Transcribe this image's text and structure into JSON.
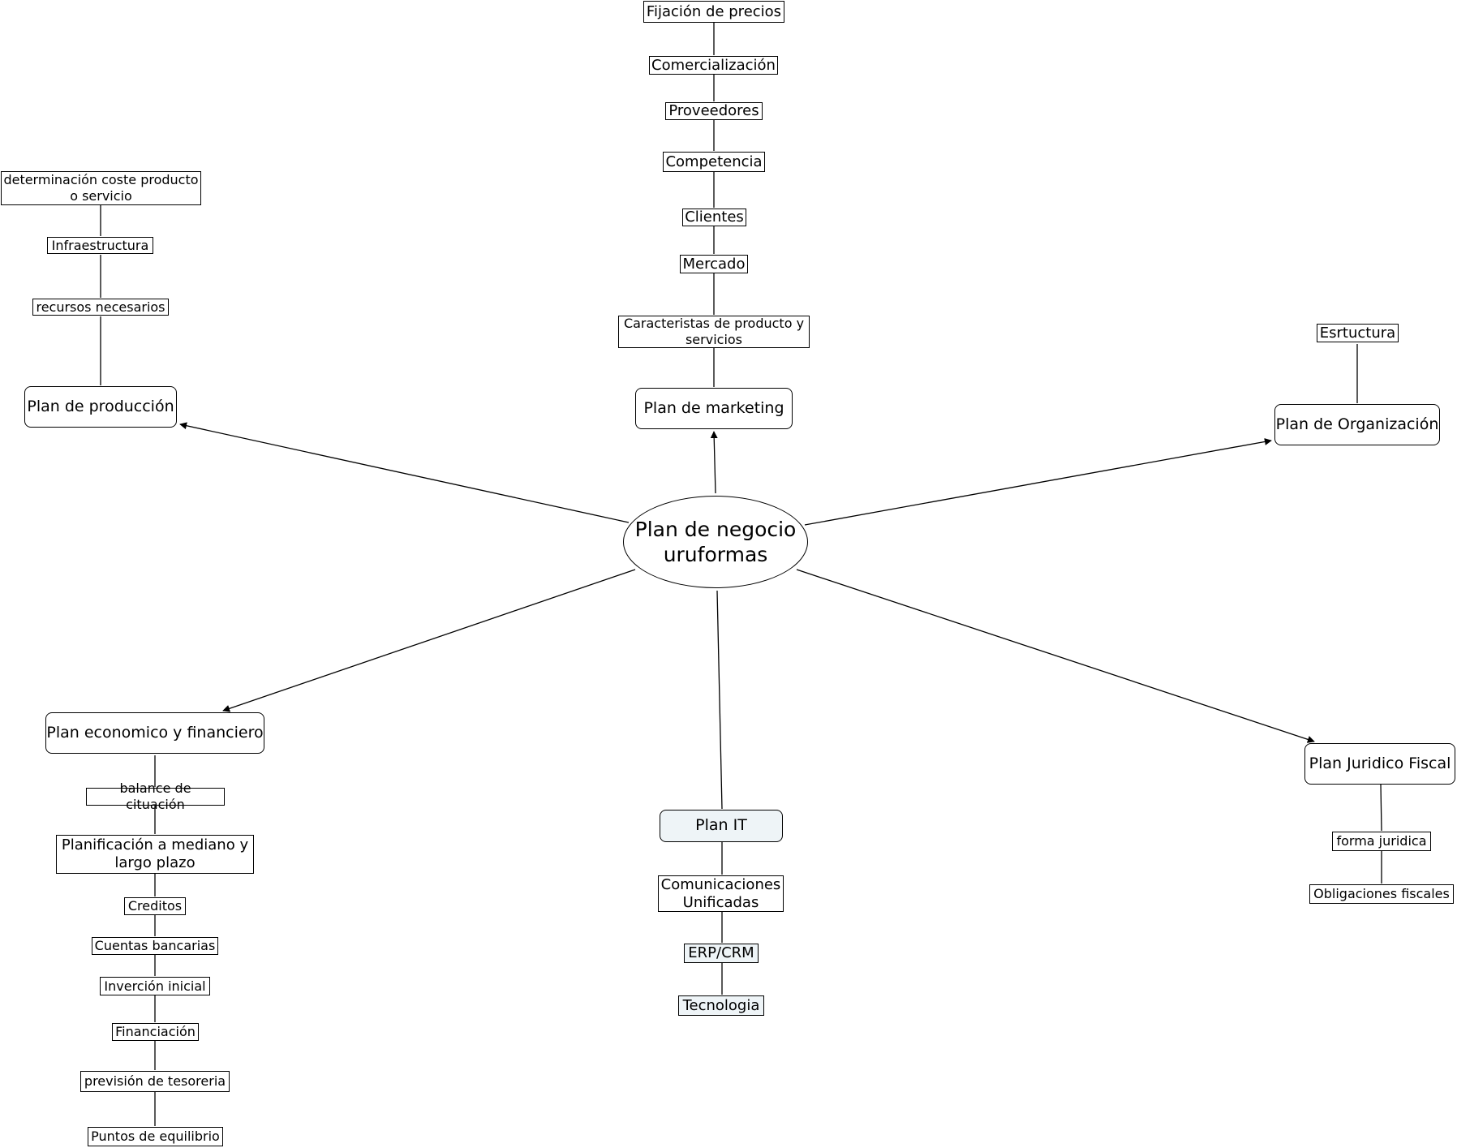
{
  "center": {
    "label": "Plan de negocio uruformas"
  },
  "branches": {
    "produccion": {
      "label": "Plan de producción",
      "items": [
        "recursos necesarios",
        "Infraestructura",
        "determinación coste producto o servicio"
      ]
    },
    "marketing": {
      "label": "Plan de marketing",
      "items": [
        "Caracteristas de producto y servicios",
        "Mercado",
        "Clientes",
        "Competencia",
        "Proveedores",
        "Comercialización",
        "Fijación de precios"
      ]
    },
    "organizacion": {
      "label": "Plan de Organización",
      "items": [
        "Esrtuctura"
      ]
    },
    "economico": {
      "label": "Plan economico y financiero",
      "items": [
        "balance de cituación",
        "Planificación a mediano y largo plazo",
        "Creditos",
        "Cuentas bancarias",
        "Inverción inicial",
        "Financiación",
        "previsión de tesoreria",
        "Puntos de equilibrio"
      ]
    },
    "it": {
      "label": "Plan IT",
      "items": [
        "Comunicaciones Unificadas",
        "ERP/CRM",
        "Tecnologia"
      ]
    },
    "juridico": {
      "label": "Plan Juridico Fiscal",
      "items": [
        "forma juridica",
        "Obligaciones fiscales"
      ]
    }
  }
}
